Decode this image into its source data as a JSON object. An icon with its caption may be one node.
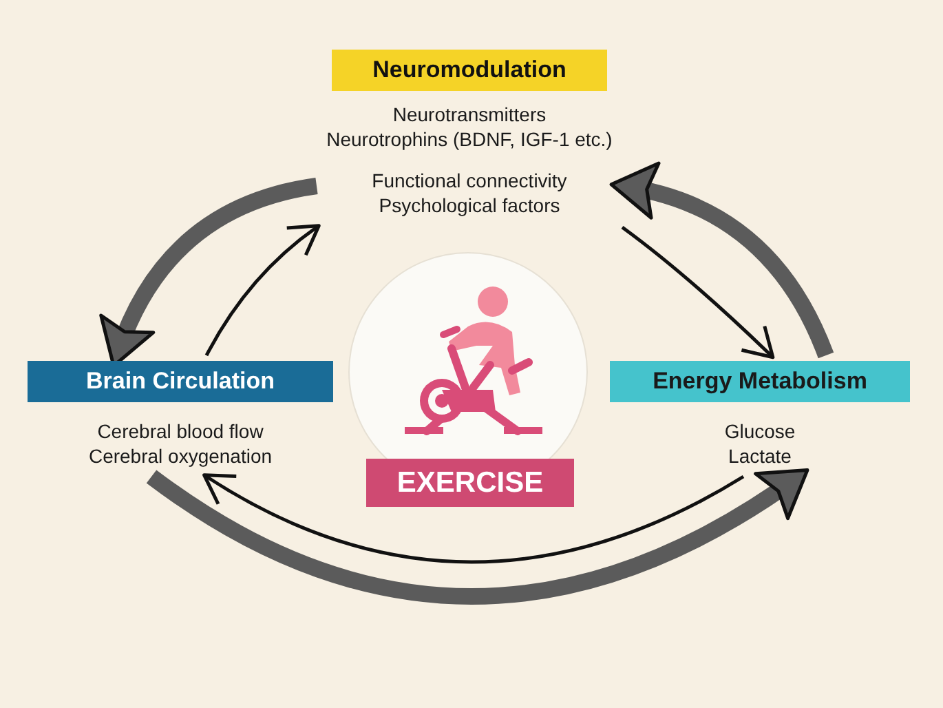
{
  "diagram": {
    "nodes": [
      {
        "text": [
          "Neuromodulation",
          "Neurotransmitters",
          "Neurotrophins (BDNF, IGF-1 etc.)",
          "Functional connectivity",
          "Psychological factors"
        ]
      },
      {
        "text": [
          "Brain Circulation",
          "Cerebral blood flow",
          "Cerebral oxygenation"
        ]
      },
      {
        "text": [
          "EXERCISE"
        ]
      },
      {
        "text": [
          "Energy Metabolism",
          "Glucose",
          "Lactate"
        ]
      }
    ],
    "edges": [
      {
        "from": 0,
        "to": 1,
        "arrow": "to",
        "style": "thick"
      },
      {
        "from": 1,
        "to": 0,
        "arrow": "to"
      },
      {
        "from": 3,
        "to": 0,
        "arrow": "to",
        "style": "thick"
      },
      {
        "from": 0,
        "to": 3,
        "arrow": "to"
      },
      {
        "from": 3,
        "to": 1,
        "arrow": "to"
      },
      {
        "from": 1,
        "to": 3,
        "arrow": "to",
        "style": "thick"
      }
    ]
  }
}
